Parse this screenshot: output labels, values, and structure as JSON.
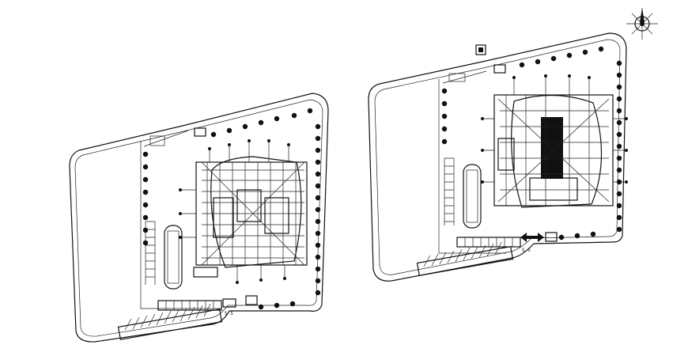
{
  "drawing": {
    "plans": [
      {
        "id": "plan-left",
        "section_marks": "S S",
        "has_core_block": false
      },
      {
        "id": "plan-right",
        "section_marks": "S S",
        "has_core_block": true
      }
    ],
    "north_arrow": {
      "icon": "north-arrow-icon"
    },
    "colors": {
      "line": "#111111",
      "background": "#ffffff"
    }
  }
}
